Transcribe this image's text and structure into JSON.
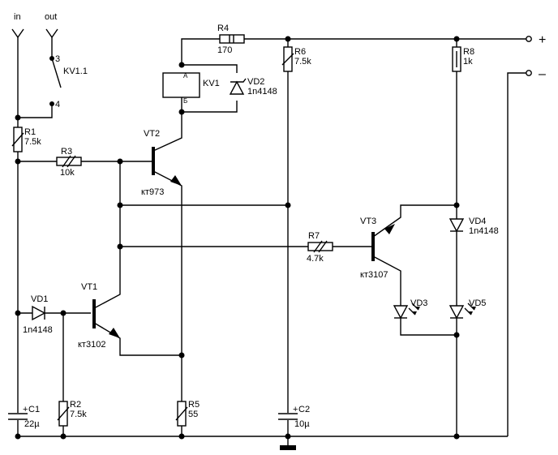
{
  "terminals": {
    "in": "in",
    "out": "out",
    "plus": "+",
    "minus": "–"
  },
  "relay": {
    "designator": "KV1",
    "pin_a": "A",
    "pin_b": "Б"
  },
  "contact": {
    "designator": "KV1.1",
    "pin3": "3",
    "pin4": "4"
  },
  "resistors": {
    "R1": {
      "ref": "R1",
      "value": "7.5k"
    },
    "R2": {
      "ref": "R2",
      "value": "7.5k"
    },
    "R3": {
      "ref": "R3",
      "value": "10k"
    },
    "R4": {
      "ref": "R4",
      "value": "170"
    },
    "R5": {
      "ref": "R5",
      "value": "55"
    },
    "R6": {
      "ref": "R6",
      "value": "7.5k"
    },
    "R7": {
      "ref": "R7",
      "value": "4.7k"
    },
    "R8": {
      "ref": "R8",
      "value": "1k"
    }
  },
  "capacitors": {
    "C1": {
      "ref": "C1",
      "value": "22µ",
      "polarity": "+"
    },
    "C2": {
      "ref": "C2",
      "value": "10µ",
      "polarity": "+"
    }
  },
  "transistors": {
    "VT1": {
      "ref": "VT1",
      "type": "кт3102"
    },
    "VT2": {
      "ref": "VT2",
      "type": "кт973"
    },
    "VT3": {
      "ref": "VT3",
      "type": "кт3107"
    }
  },
  "diodes": {
    "VD1": {
      "ref": "VD1",
      "type": "1n4148"
    },
    "VD2": {
      "ref": "VD2",
      "type": "1n4148"
    },
    "VD4": {
      "ref": "VD4",
      "type": "1n4148"
    }
  },
  "leds": {
    "VD3": {
      "ref": "VD3"
    },
    "VD5": {
      "ref": "VD5"
    }
  }
}
